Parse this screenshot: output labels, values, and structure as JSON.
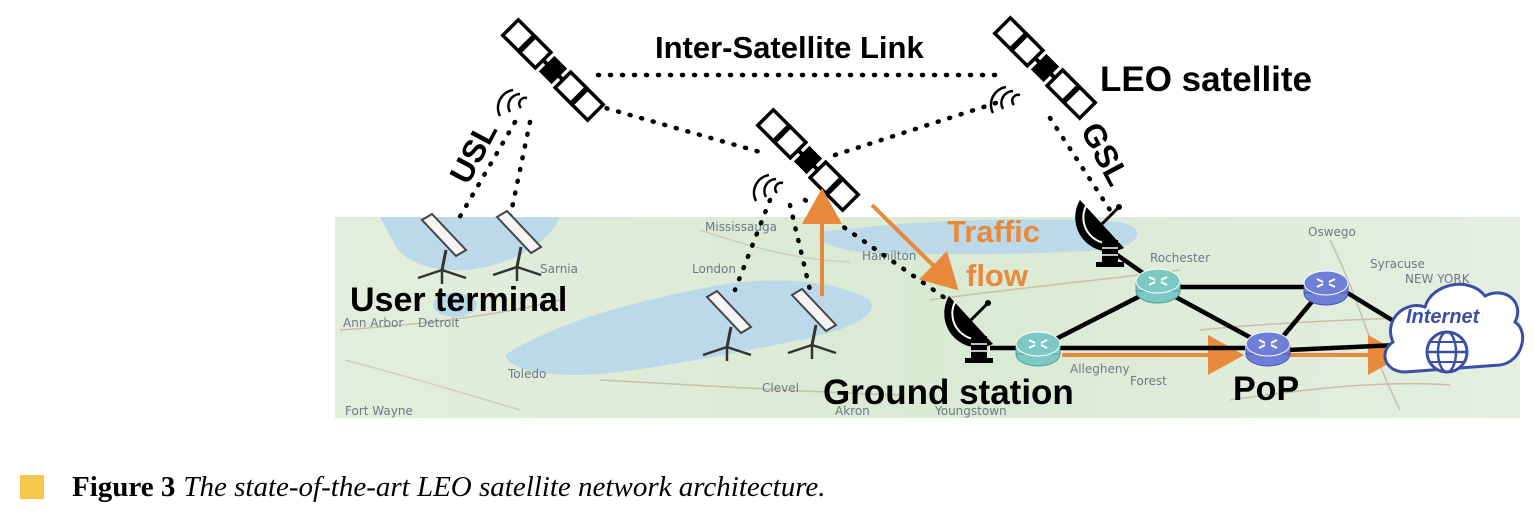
{
  "diagram": {
    "labels": {
      "isl": "Inter-Satellite Link",
      "leo": "LEO satellite",
      "usl": "USL",
      "gsl": "GSL",
      "traffic_line1": "Traffic",
      "traffic_line2": "flow",
      "user_terminal": "User terminal",
      "ground_station": "Ground station",
      "pop": "PoP",
      "internet": "Internet"
    },
    "map_labels": {
      "mississauga": "Mississauga",
      "hamilton": "Hamilton",
      "london": "London",
      "sarnia": "Sarnia",
      "ann_arbor": "Ann Arbor",
      "detroit": "Detroit",
      "toledo": "Toledo",
      "fort_wayne": "Fort Wayne",
      "cleveland": "Clevel",
      "akron": "Akron",
      "youngstown": "Youngstown",
      "rochester": "Rochester",
      "oswego": "Oswego",
      "syracuse": "Syracuse",
      "new_york": "NEW YORK",
      "allegheny": "Allegheny",
      "forest": "Forest"
    },
    "colors": {
      "traffic": "#e8893c",
      "link": "#000000",
      "router_teal": "#7cc9c4",
      "router_blue": "#6f7fd8",
      "internet": "#3b4fa8",
      "water": "#bcd9ea",
      "land": "#dcebd5"
    }
  },
  "caption": {
    "marker_color": "#f3c848",
    "label": "Figure 3",
    "text": "The state-of-the-art LEO satellite network architecture."
  }
}
